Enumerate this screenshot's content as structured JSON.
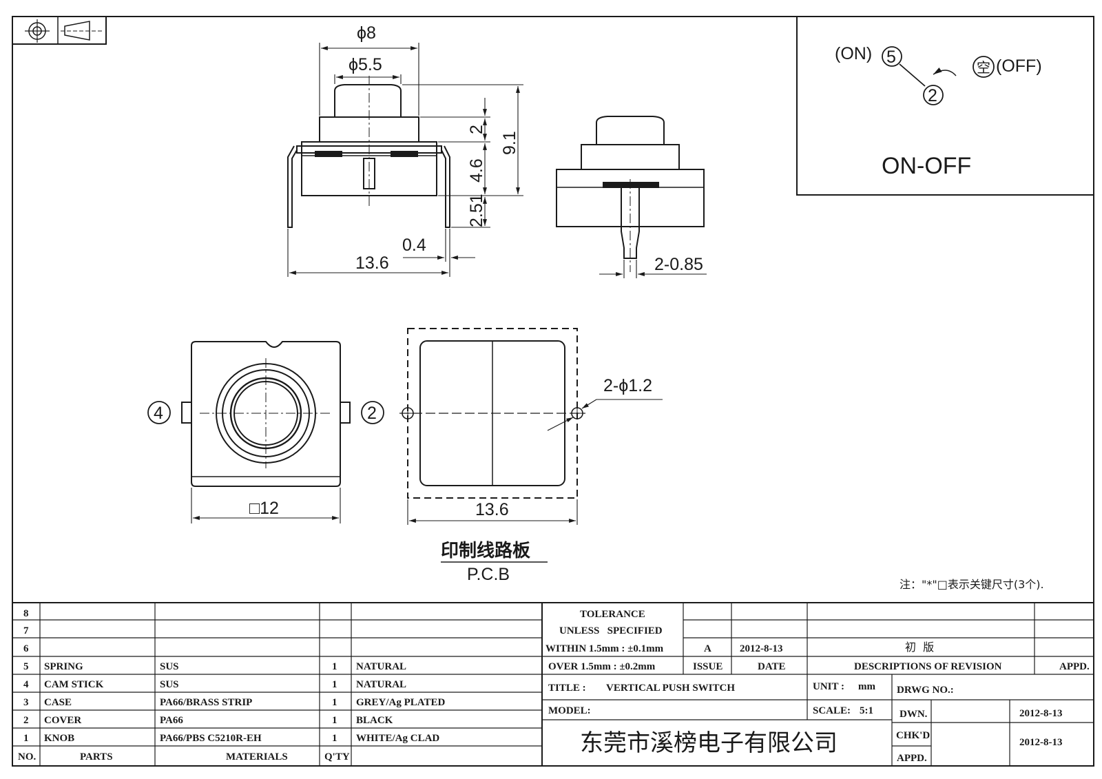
{
  "frame": {
    "symbols": [
      "position-symbol-icon",
      "cone-projection-icon"
    ]
  },
  "switch_diagram": {
    "on_label": "(ON)",
    "off_label": "(OFF)",
    "pin_on": "5",
    "pin_common": "2",
    "off_glyph": "空",
    "title": "ON-OFF"
  },
  "dimensions": {
    "knob_outer": "ϕ8",
    "knob_inner": "ϕ5.5",
    "knob_height": "2",
    "body_height": "4.6",
    "total_height": "9.1",
    "pin_length": "2.51",
    "pin_thickness": "0.4",
    "width_front": "13.6",
    "pin_width": "2-0.85",
    "hole_dia": "2-ϕ1.2",
    "square_body": "□12",
    "pcb_width": "13.6",
    "pin_left": "4",
    "pin_right": "2"
  },
  "pcb": {
    "label_cn": "印制线路板",
    "label_en": "P.C.B"
  },
  "note": "注：\"*\"□表示关键尺寸(3个).",
  "parts_table": {
    "header": {
      "no": "NO.",
      "parts": "PARTS",
      "materials": "MATERIALS",
      "qty": "Q'TY"
    },
    "rows": [
      {
        "no": "8",
        "part": "",
        "material": "",
        "qty": "",
        "finish": ""
      },
      {
        "no": "7",
        "part": "",
        "material": "",
        "qty": "",
        "finish": ""
      },
      {
        "no": "6",
        "part": "",
        "material": "",
        "qty": "",
        "finish": ""
      },
      {
        "no": "5",
        "part": "SPRING",
        "material": "SUS",
        "qty": "1",
        "finish": "NATURAL"
      },
      {
        "no": "4",
        "part": "CAM STICK",
        "material": "SUS",
        "qty": "1",
        "finish": "NATURAL"
      },
      {
        "no": "3",
        "part": "CASE",
        "material": "PA66/BRASS STRIP",
        "qty": "1",
        "finish": "GREY/Ag PLATED"
      },
      {
        "no": "2",
        "part": "COVER",
        "material": "PA66",
        "qty": "1",
        "finish": "BLACK"
      },
      {
        "no": "1",
        "part": "KNOB",
        "material": "PA66/PBS C5210R-EH",
        "qty": "1",
        "finish": "WHITE/Ag CLAD"
      }
    ]
  },
  "title_block": {
    "tolerance_line1": "TOLERANCE",
    "tolerance_line2": "UNLESS   SPECIFIED",
    "tolerance_line3": "WITHIN 1.5mm : ±0.1mm",
    "tolerance_line4": "OVER 1.5mm : ±0.2mm",
    "revision": {
      "issue": "A",
      "date": "2012-8-13",
      "description": "初  版"
    },
    "issue_header": "ISSUE",
    "date_header": "DATE",
    "desc_header": "DESCRIPTIONS OF REVISION",
    "appd_header": "APPD.",
    "title_label": "TITLE :",
    "title_value": "VERTICAL PUSH SWITCH",
    "unit_label": "UNIT :",
    "unit_value": "mm",
    "drwg_label": "DRWG NO.:",
    "model_label": "MODEL:",
    "scale_label": "SCALE:",
    "scale_value": "5:1",
    "dwn_label": "DWN.",
    "dwn_date": "2012-8-13",
    "chkd_label": "CHK'D",
    "chkd_date": "2012-8-13",
    "appd_label": "APPD.",
    "company": "东莞市溪榜电子有限公司"
  }
}
